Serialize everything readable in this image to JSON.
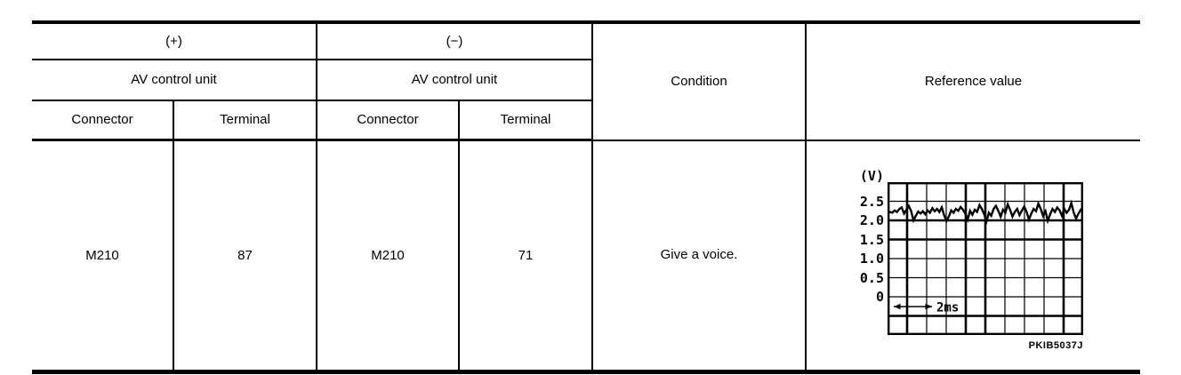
{
  "table": {
    "plus_label": "(+)",
    "minus_label": "(−)",
    "plus_unit": "AV control unit",
    "minus_unit": "AV control unit",
    "sub_headers": [
      "Connector",
      "Terminal",
      "Connector",
      "Terminal"
    ],
    "condition_label": "Condition",
    "reference_label": "Reference value",
    "row": {
      "plus_connector": "M210",
      "plus_terminal": "87",
      "minus_connector": "M210",
      "minus_terminal": "71",
      "condition": "Give a voice."
    }
  },
  "scope": {
    "y_axis_label": "(V)",
    "ytick_labels": [
      "2.5",
      "2.0",
      "1.5",
      "1.0",
      "0.5",
      "0"
    ],
    "time_label": "2ms",
    "figure_code": "PKIB5037J",
    "y_top": 3.0,
    "y_bottom": -1.0,
    "grid": {
      "cols": 10,
      "rows": 8,
      "thick_cols": [
        1,
        4,
        5,
        9
      ],
      "thick_rows": [
        2,
        3,
        7
      ]
    }
  },
  "chart_data": {
    "type": "line",
    "title": "Audio signal reference waveform (oscilloscope)",
    "ylabel": "(V)",
    "yticks": [
      2.5,
      2.0,
      1.5,
      1.0,
      0.5,
      0
    ],
    "ylim": [
      -1.0,
      3.0
    ],
    "x_divisions": 10,
    "time_scale": "2ms per 2 divisions",
    "grid": true,
    "annotations": [
      "2ms",
      "PKIB5037J"
    ],
    "series": [
      {
        "name": "voltage",
        "values": [
          2.18,
          2.22,
          2.2,
          2.26,
          2.22,
          2.3,
          2.34,
          2.18,
          2.28,
          2.38,
          2.25,
          2.0,
          2.12,
          2.23,
          2.18,
          2.24,
          2.16,
          2.26,
          2.2,
          2.32,
          2.24,
          2.3,
          2.22,
          2.34,
          2.14,
          1.98,
          2.1,
          2.26,
          2.2,
          2.3,
          2.25,
          2.35,
          2.28,
          2.18,
          2.02,
          2.25,
          2.15,
          2.28,
          2.22,
          2.4,
          2.3,
          2.16,
          1.97,
          2.2,
          2.12,
          2.3,
          2.38,
          2.25,
          2.1,
          2.28,
          2.2,
          2.42,
          2.28,
          2.1,
          2.22,
          2.3,
          2.14,
          2.26,
          2.36,
          2.22,
          2.02,
          2.18,
          2.3,
          2.24,
          2.44,
          2.3,
          2.12,
          2.24,
          1.99,
          2.16,
          2.3,
          2.22,
          2.34,
          2.26,
          2.12,
          2.3,
          2.2,
          2.28,
          2.45,
          2.2,
          2.05,
          2.18,
          2.28,
          2.22
        ]
      }
    ]
  }
}
